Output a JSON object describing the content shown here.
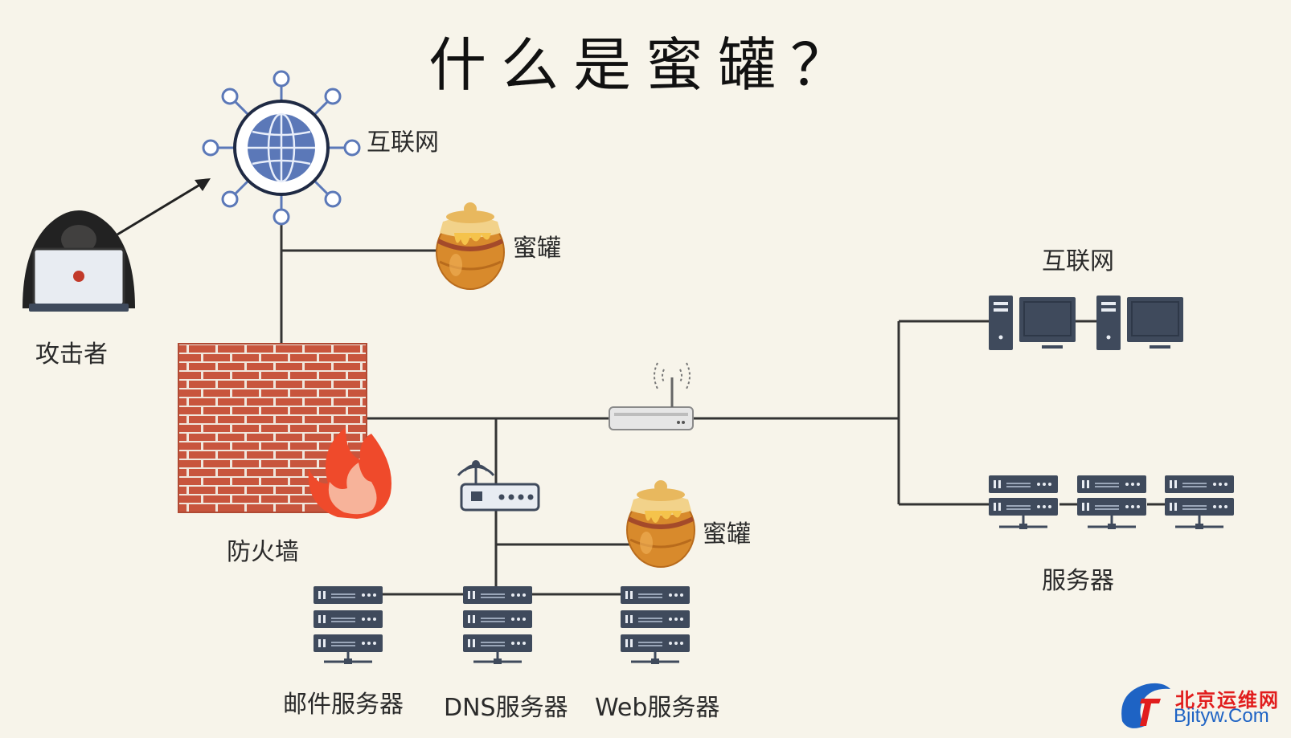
{
  "title": "什么是蜜罐？",
  "labels": {
    "internet_top": "互联网",
    "attacker": "攻击者",
    "honeypot_top": "蜜罐",
    "firewall": "防火墙",
    "honeypot_mid": "蜜罐",
    "internet_right": "互联网",
    "servers_right": "服务器",
    "mail_server": "邮件服务器",
    "dns_server": "DNS服务器",
    "web_server": "Web服务器"
  },
  "watermark": {
    "cn": "北京运维网",
    "en": "Bjityw.Com"
  },
  "colors": {
    "background": "#f7f4ea",
    "line": "#333333",
    "brick": "#c8553d",
    "mortar": "#f0e6dc",
    "globe": "#5b78b8",
    "device_dark": "#3f4a5c",
    "honey": "#e5a23a",
    "flame": "#ef4a2b",
    "watermark_red": "#e11d1d",
    "watermark_blue": "#1e63c4"
  },
  "icons": [
    "globe-network-icon",
    "hacker-icon",
    "honeypot-icon",
    "firewall-icon",
    "router-icon",
    "wifi-router-icon",
    "desktop-computer-icon",
    "server-rack-icon",
    "watermark-logo-icon"
  ]
}
